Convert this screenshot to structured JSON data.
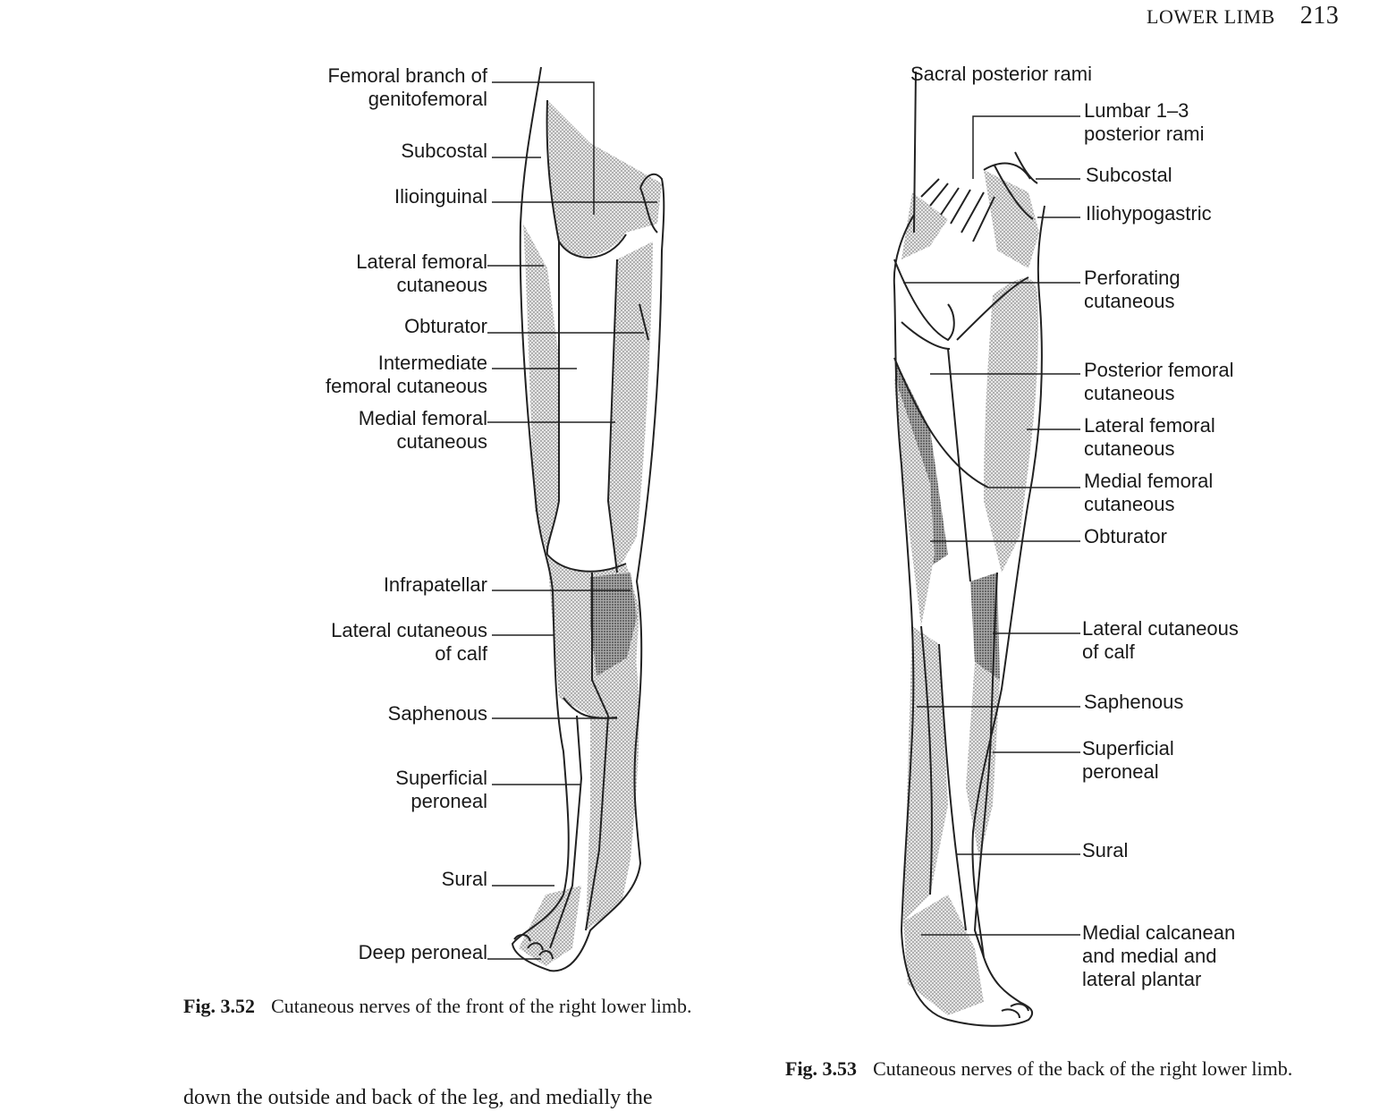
{
  "header": {
    "section": "LOWER LIMB",
    "page_number": "213"
  },
  "figure_front": {
    "labels": {
      "femoral_branch_1": "Femoral branch of",
      "femoral_branch_2": "genitofemoral",
      "subcostal": "Subcostal",
      "ilioinguinal": "Ilioinguinal",
      "lat_fem_1": "Lateral femoral",
      "lat_fem_2": "cutaneous",
      "obturator": "Obturator",
      "intermediate_1": "Intermediate",
      "intermediate_2": "femoral cutaneous",
      "medial_fem_1": "Medial femoral",
      "medial_fem_2": "cutaneous",
      "infrapatellar": "Infrapatellar",
      "lat_calf_1": "Lateral cutaneous",
      "lat_calf_2": "of calf",
      "saphenous": "Saphenous",
      "sup_peroneal_1": "Superficial",
      "sup_peroneal_2": "peroneal",
      "sural": "Sural",
      "deep_peroneal": "Deep peroneal"
    },
    "caption_number": "Fig. 3.52",
    "caption_text": "Cutaneous nerves of the front of the right lower limb."
  },
  "figure_back": {
    "labels": {
      "sacral": "Sacral posterior rami",
      "lumbar_1": "Lumbar 1–3",
      "lumbar_2": "posterior rami",
      "subcostal": "Subcostal",
      "iliohypogastric": "Iliohypogastric",
      "perforating_1": "Perforating",
      "perforating_2": "cutaneous",
      "post_fem_1": "Posterior femoral",
      "post_fem_2": "cutaneous",
      "lat_fem_1": "Lateral femoral",
      "lat_fem_2": "cutaneous",
      "medial_fem_1": "Medial femoral",
      "medial_fem_2": "cutaneous",
      "obturator": "Obturator",
      "lat_calf_1": "Lateral cutaneous",
      "lat_calf_2": "of calf",
      "saphenous": "Saphenous",
      "sup_peroneal_1": "Superficial",
      "sup_peroneal_2": "peroneal",
      "sural": "Sural",
      "calcanean_1": "Medial calcanean",
      "calcanean_2": "and medial and",
      "calcanean_3": "lateral plantar"
    },
    "caption_number": "Fig. 3.53",
    "caption_text": "Cutaneous nerves of the back of the right lower limb."
  },
  "body_text": "down the outside and back of the leg, and medially the"
}
